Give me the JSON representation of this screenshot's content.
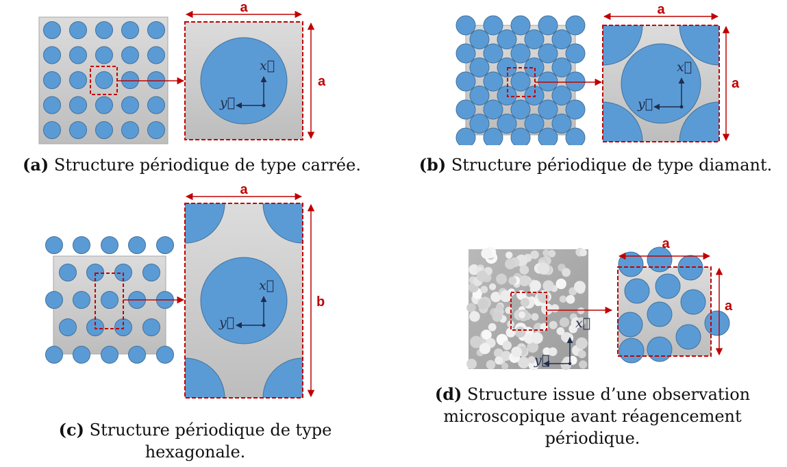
{
  "panels": [
    {
      "id": "a",
      "caption_letter": "(a)",
      "caption_text": "Structure périodique de type carrée.",
      "dim_width": "a",
      "dim_height": "a",
      "axis_x": "x⃗",
      "axis_y": "y⃗"
    },
    {
      "id": "b",
      "caption_letter": "(b)",
      "caption_text": "Structure périodique de type diamant.",
      "dim_width": "a",
      "dim_height": "a",
      "axis_x": "x⃗",
      "axis_y": "y⃗"
    },
    {
      "id": "c",
      "caption_letter": "(c)",
      "caption_text": "Structure périodique de type",
      "caption_text_2": "hexagonale.",
      "dim_width": "a",
      "dim_height": "b",
      "axis_x": "x⃗",
      "axis_y": "y⃗"
    },
    {
      "id": "d",
      "caption_letter": "(d)",
      "caption_text": "Structure issue d’une observation",
      "caption_text_2": "microscopique avant réagencement",
      "caption_text_3": "périodique.",
      "dim_width": "a",
      "dim_height": "a",
      "axis_x": "x⃗",
      "axis_y": "y⃗"
    }
  ],
  "colors": {
    "fiber": "#5b9bd5",
    "fiber_stroke": "#41719c",
    "matrix_top": "#d9d9d9",
    "matrix_bottom": "#bdbdbd",
    "dimension": "#c00000",
    "axis": "#1f2d4d"
  }
}
